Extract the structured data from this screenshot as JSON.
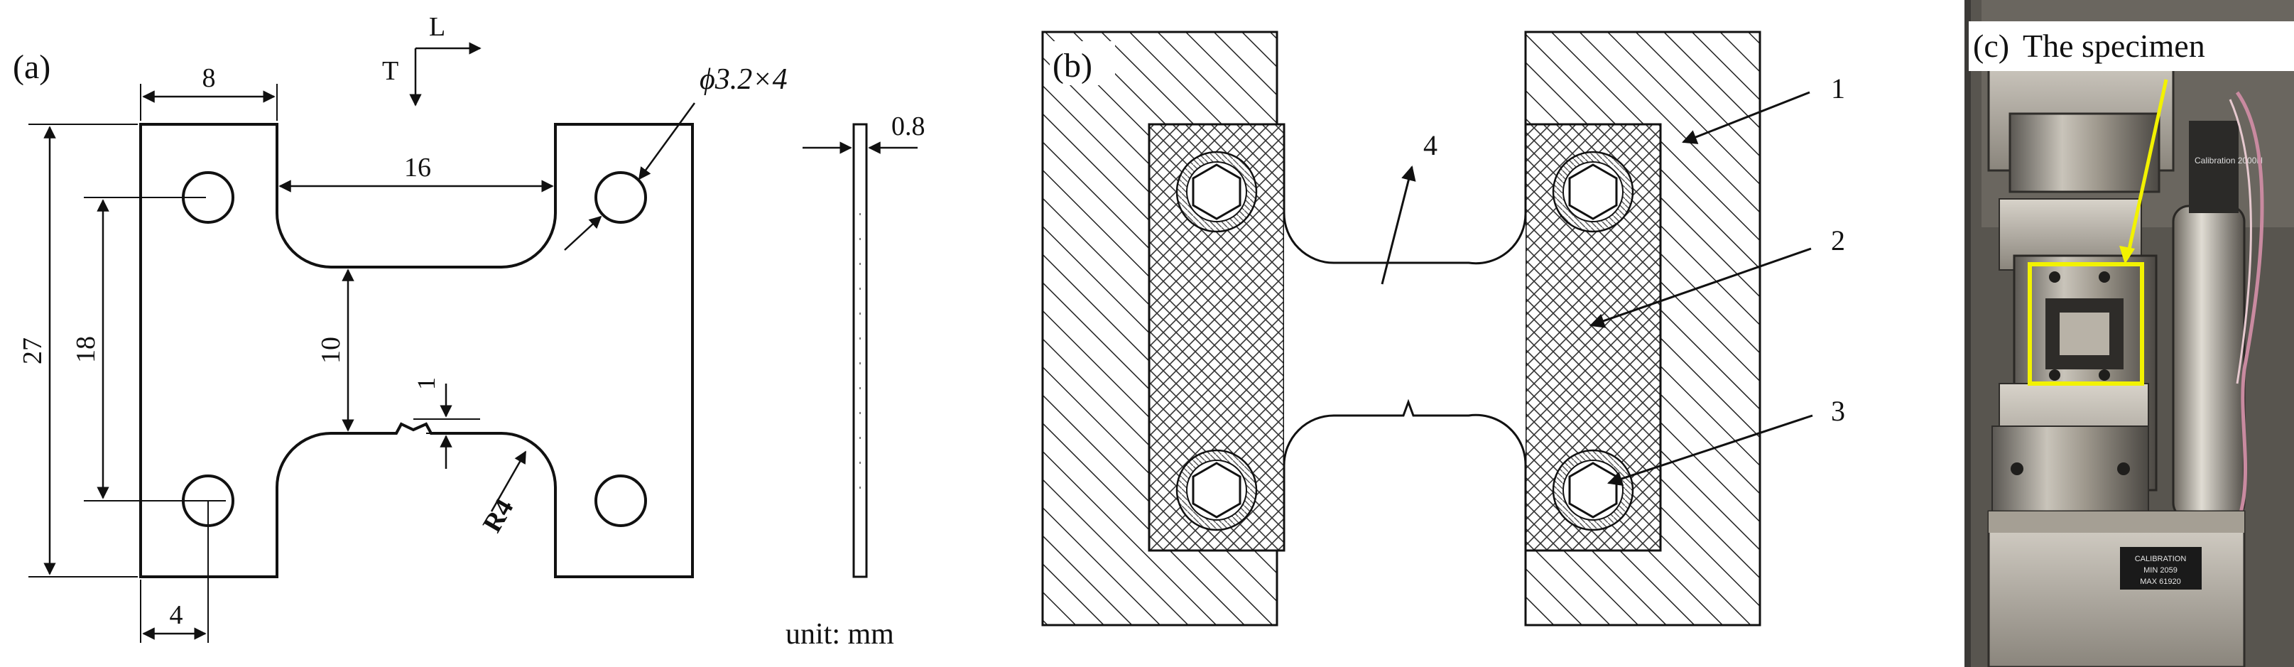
{
  "panel_a": {
    "label": "(a)",
    "dims": {
      "top_tab_width": "8",
      "slot_width": "16",
      "hole_spec": "ϕ3.2×4",
      "thickness": "0.8",
      "overall_height": "27",
      "hole_spacing": "18",
      "neck_width": "10",
      "notch_depth": "1",
      "radius": "R4",
      "hole_offset": "4"
    },
    "axis_L": "L",
    "axis_T": "T",
    "unit_text": "unit: mm"
  },
  "panel_b": {
    "label": "(b)",
    "callouts": [
      "1",
      "2",
      "3",
      "4"
    ]
  },
  "panel_c": {
    "label": "(c)",
    "title": "The specimen",
    "plate_line1": "CALIBRATION",
    "plate_line2": "MIN 2059",
    "plate_line3": "MAX 61920",
    "sensor_label": "Calibration 2000N",
    "highlight_color": "#f2f200"
  }
}
